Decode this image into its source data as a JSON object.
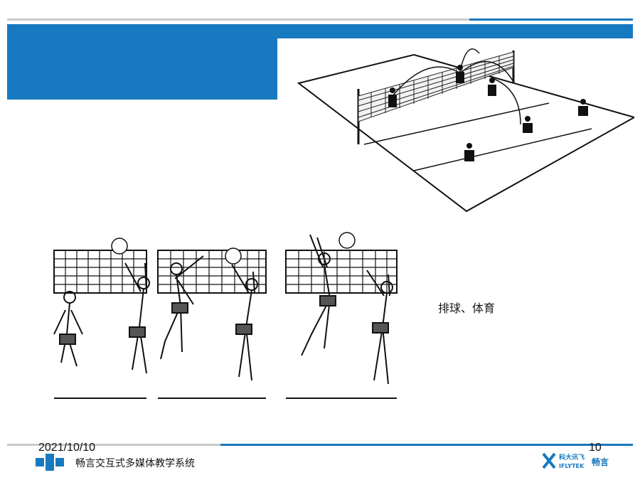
{
  "slide": {
    "caption": "排球、体育",
    "footer": {
      "date": "2021/10/10",
      "page_number": "10",
      "system_name": "畅言交互式多媒体教学系统",
      "brand_logo_text": "科大讯飞 畅言",
      "brand_logo_sub": "IFLYTEK"
    },
    "colors": {
      "primary_blue": "#1779bf",
      "rule_gray": "#c9c9c9"
    },
    "images": {
      "court": "volleyball-court-illustration",
      "sequence": "volleyball-block-sequence-illustration"
    }
  }
}
